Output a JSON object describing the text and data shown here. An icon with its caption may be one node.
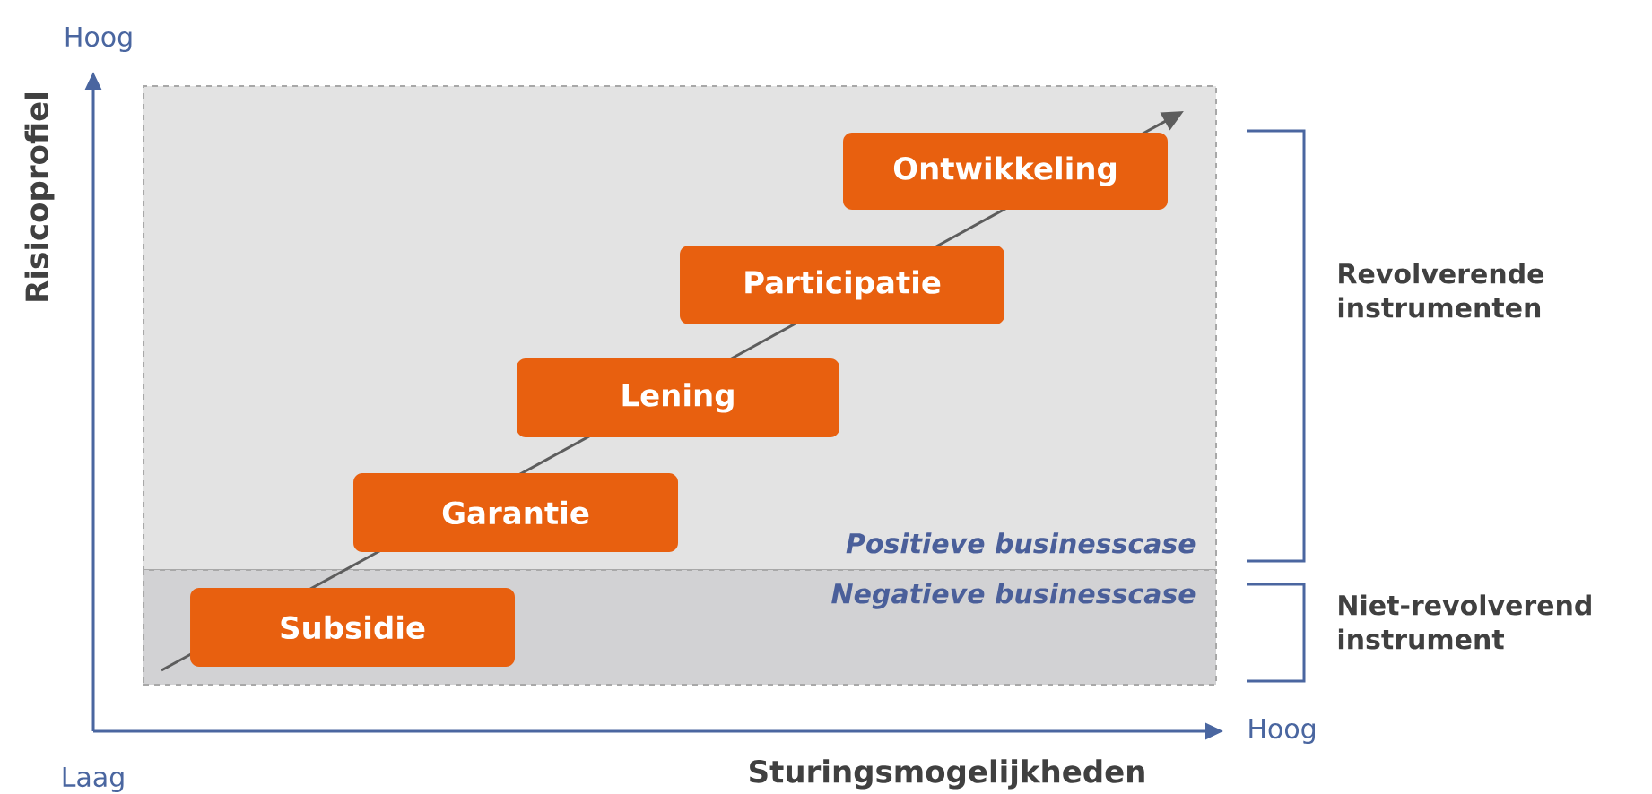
{
  "diagram": {
    "nodes": [
      {
        "text": [
          "Positieve businesscase"
        ]
      },
      {
        "text": [
          "Negatieve businesscase"
        ]
      },
      {
        "text": [
          "Subsidie"
        ],
        "in": 1
      },
      {
        "text": [
          "Garantie"
        ],
        "in": 0
      },
      {
        "text": [
          "Lening"
        ],
        "in": 0
      },
      {
        "text": [
          "Participatie"
        ],
        "in": 0
      },
      {
        "text": [
          "Ontwikkeling"
        ],
        "in": 0
      }
    ],
    "labels": [
      "Hoog",
      "Risicoprofiel",
      "Revolverende instrumenten",
      "Niet-revolverend instrument",
      "Hoog",
      "Laag",
      "Sturingsmogelijkheden"
    ]
  }
}
